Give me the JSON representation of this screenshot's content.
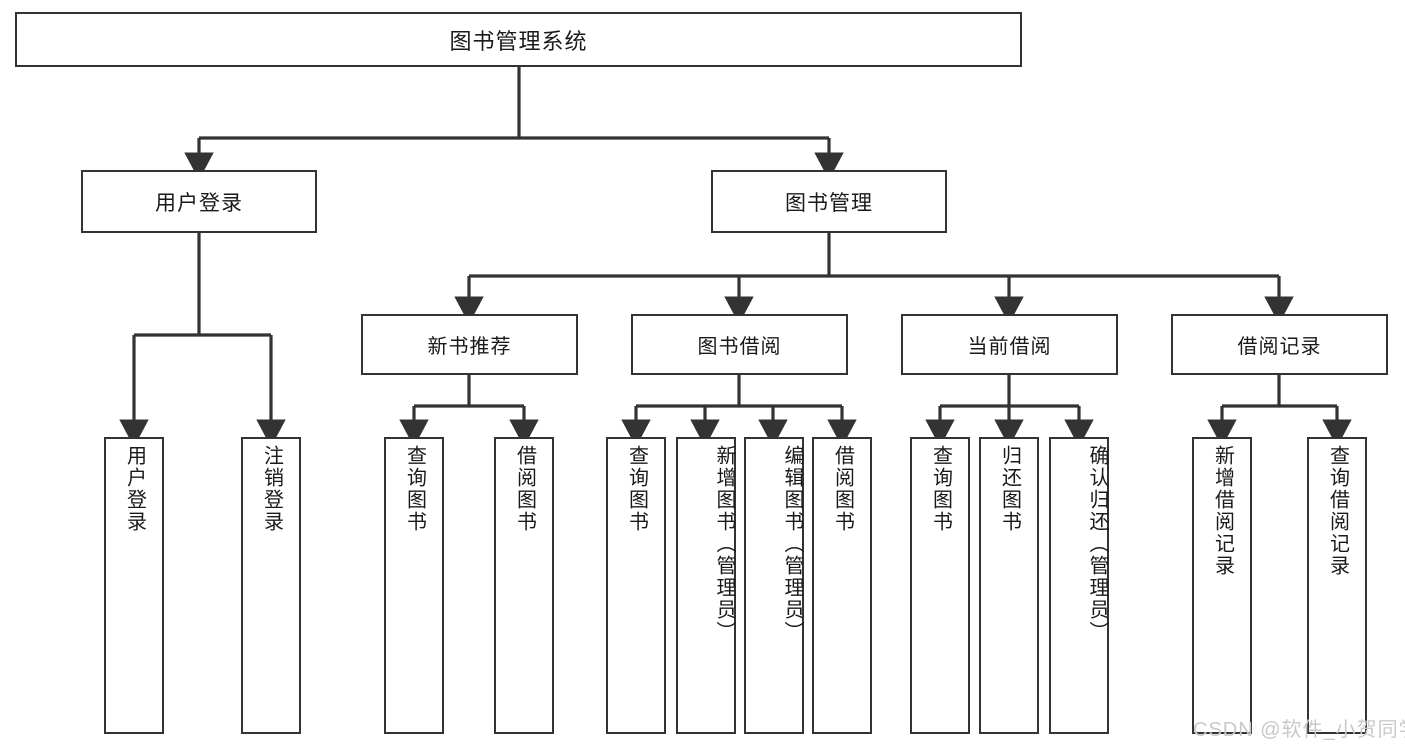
{
  "diagram": {
    "title": "图书管理系统",
    "type": "functional-structure-tree",
    "root": {
      "label": "图书管理系统"
    },
    "level2": [
      {
        "id": "user-login",
        "label": "用户登录"
      },
      {
        "id": "book-management",
        "label": "图书管理"
      }
    ],
    "level3": [
      {
        "id": "new-book-recommend",
        "label": "新书推荐",
        "parent": "book-management"
      },
      {
        "id": "book-borrow",
        "label": "图书借阅",
        "parent": "book-management"
      },
      {
        "id": "current-borrow",
        "label": "当前借阅",
        "parent": "book-management"
      },
      {
        "id": "borrow-record",
        "label": "借阅记录",
        "parent": "book-management"
      }
    ],
    "leaves": [
      {
        "id": "leaf-user-login",
        "label": "用户登录",
        "parent": "user-login"
      },
      {
        "id": "leaf-logout-login",
        "label": "注销登录",
        "parent": "user-login"
      },
      {
        "id": "leaf-query-book-1",
        "label": "查询图书",
        "parent": "new-book-recommend"
      },
      {
        "id": "leaf-borrow-book-1",
        "label": "借阅图书",
        "parent": "new-book-recommend"
      },
      {
        "id": "leaf-query-book-2",
        "label": "查询图书",
        "parent": "book-borrow"
      },
      {
        "id": "leaf-add-book",
        "label": "新增图书（管理员）",
        "parent": "book-borrow"
      },
      {
        "id": "leaf-edit-book",
        "label": "编辑图书（管理员）",
        "parent": "book-borrow"
      },
      {
        "id": "leaf-borrow-book-2",
        "label": "借阅图书",
        "parent": "book-borrow"
      },
      {
        "id": "leaf-query-book-3",
        "label": "查询图书",
        "parent": "current-borrow"
      },
      {
        "id": "leaf-return-book",
        "label": "归还图书",
        "parent": "current-borrow"
      },
      {
        "id": "leaf-confirm-return",
        "label": "确认归还（管理员）",
        "parent": "current-borrow"
      },
      {
        "id": "leaf-add-record",
        "label": "新增借阅记录",
        "parent": "borrow-record"
      },
      {
        "id": "leaf-query-record",
        "label": "查询借阅记录",
        "parent": "borrow-record"
      }
    ],
    "watermark": "CSDN @软件_小贺同学",
    "colors": {
      "stroke": "#333333",
      "background": "#ffffff",
      "text": "#1a1a1a",
      "watermark": "#c9c9c9"
    }
  }
}
